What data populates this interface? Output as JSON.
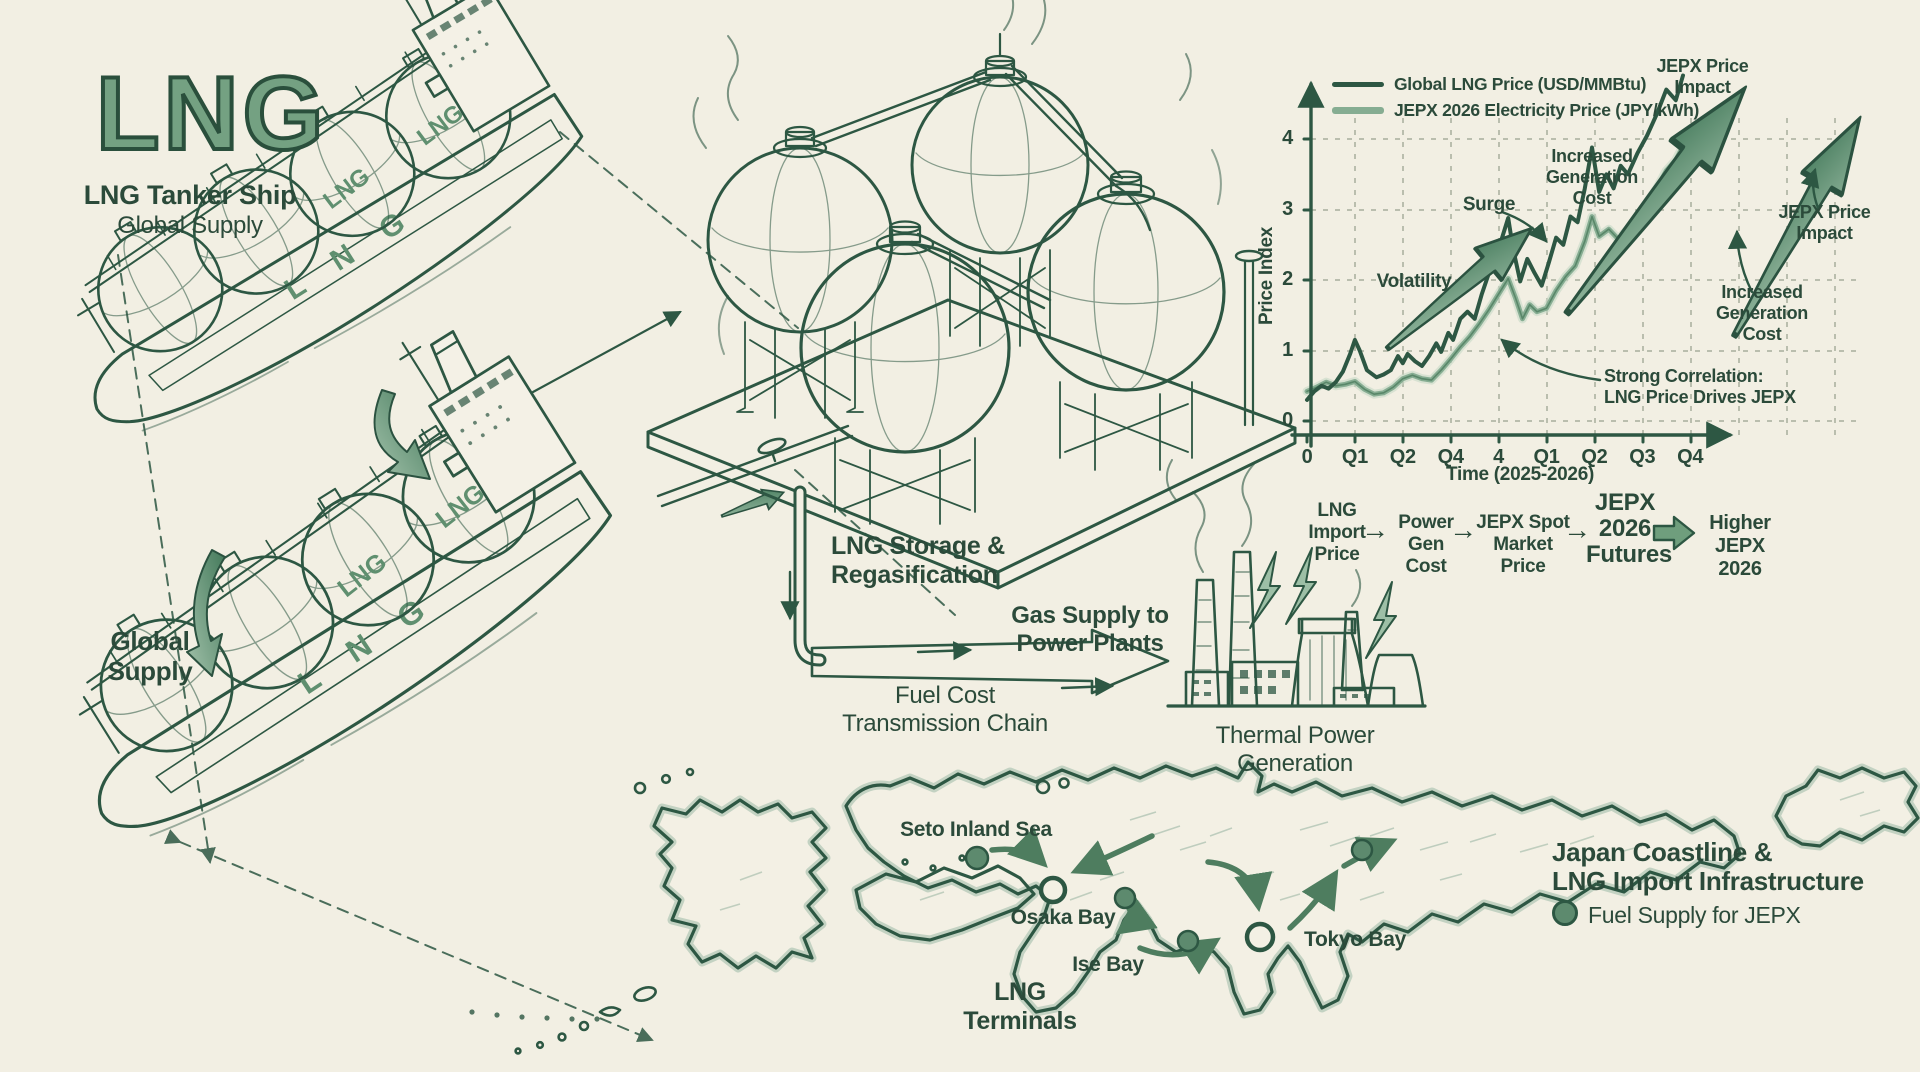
{
  "palette": {
    "background": "#f2efe3",
    "ink": "#2b4a3a",
    "line_dark": "#2d5743",
    "line_light": "#86ad92",
    "arrow_fill": "#6f9e7d",
    "accent_text": "#5f8f6f"
  },
  "header": {
    "logo": "LNG",
    "title": "LNG Tanker Ship",
    "subtitle": "Global Supply"
  },
  "ship": {
    "tank_label": "LNG",
    "hull_label": "L N G",
    "flow_label": "Global\nSupply"
  },
  "storage": {
    "label": "LNG Storage &\nRegasification"
  },
  "transmission": {
    "gas_supply": "Gas Supply to\nPower Plants",
    "fuel_cost": "Fuel Cost\nTransmission Chain",
    "thermal": "Thermal Power\nGeneration"
  },
  "flow": {
    "steps": [
      "LNG\nImport\nPrice",
      "Power\nGen Cost",
      "JEPX Spot\nMarket Price",
      "JEPX\n2026\nFutures"
    ],
    "arrow": "→",
    "result": "Higher\nJEPX 2026"
  },
  "map": {
    "title": "Japan Coastline &\nLNG Import Infrastructure",
    "legend": "Fuel Supply for JEPX",
    "terminals": "LNG Terminals",
    "labels": {
      "seto": "Seto Inland Sea",
      "osaka": "Osaka Bay",
      "ise": "Ise Bay",
      "tokyo": "Tokyo Bay"
    }
  },
  "chart_data": {
    "type": "line",
    "title": "",
    "ylabel": "Price Index",
    "xlabel": "Time (2025-2026)",
    "x_tick_labels": [
      "0",
      "Q1",
      "Q2",
      "Q4",
      "4",
      "Q1",
      "Q2",
      "Q3",
      "Q4"
    ],
    "y_tick_labels": [
      "0",
      "1",
      "2",
      "3",
      "4"
    ],
    "ylim": [
      0,
      4.8
    ],
    "grid": true,
    "legend_position": "top-left",
    "series": [
      {
        "name": "Global LNG Price (USD/MMBtu)",
        "color": "#2d5743",
        "x": [
          0,
          0.15,
          0.3,
          0.45,
          0.6,
          0.75,
          0.9,
          1.0,
          1.1,
          1.25,
          1.45,
          1.6,
          1.75,
          1.9,
          2.0,
          2.1,
          2.25,
          2.4,
          2.55,
          2.7,
          2.8,
          2.95,
          3.05,
          3.2,
          3.35,
          3.5,
          3.65,
          3.8,
          3.95,
          4.05,
          4.2,
          4.3,
          4.45,
          4.6,
          4.75,
          4.9,
          5.05,
          5.2,
          5.35,
          5.5,
          5.65,
          5.8,
          5.95,
          6.1,
          6.25,
          6.4,
          6.55,
          6.7,
          6.9,
          7.1,
          7.3,
          7.5,
          7.7,
          7.85
        ],
        "values": [
          0.3,
          0.42,
          0.5,
          0.46,
          0.55,
          0.7,
          0.95,
          1.15,
          1.0,
          0.72,
          0.62,
          0.66,
          0.72,
          0.92,
          0.82,
          0.95,
          0.85,
          0.78,
          0.92,
          1.1,
          0.98,
          1.25,
          1.15,
          1.45,
          1.55,
          1.45,
          1.8,
          2.1,
          2.3,
          2.55,
          2.88,
          2.45,
          1.98,
          2.3,
          2.1,
          1.92,
          2.25,
          2.6,
          2.5,
          2.9,
          2.82,
          3.3,
          3.88,
          3.25,
          3.5,
          3.3,
          3.62,
          3.5,
          3.8,
          4.05,
          4.35,
          4.7,
          4.55,
          4.9
        ]
      },
      {
        "name": "JEPX 2026 Electricity Price (JPY/kWh)",
        "color": "#86ad92",
        "x": [
          0,
          0.2,
          0.4,
          0.6,
          0.8,
          1.0,
          1.2,
          1.4,
          1.6,
          1.8,
          2.0,
          2.2,
          2.4,
          2.6,
          2.8,
          3.0,
          3.2,
          3.4,
          3.6,
          3.8,
          4.0,
          4.2,
          4.35,
          4.5,
          4.65,
          4.8,
          5.0,
          5.2,
          5.4,
          5.6,
          5.8,
          5.95,
          6.1,
          6.3,
          6.5,
          6.7,
          6.9,
          7.1,
          7.3,
          7.5,
          7.7,
          7.85
        ],
        "values": [
          0.42,
          0.48,
          0.55,
          0.5,
          0.52,
          0.56,
          0.45,
          0.38,
          0.4,
          0.48,
          0.6,
          0.65,
          0.6,
          0.58,
          0.72,
          0.88,
          1.05,
          1.2,
          1.38,
          1.58,
          1.8,
          2.02,
          1.75,
          1.45,
          1.65,
          1.55,
          1.6,
          1.85,
          2.05,
          2.2,
          2.55,
          2.9,
          2.62,
          2.72,
          2.58,
          2.72,
          2.9,
          3.1,
          3.3,
          3.55,
          3.7,
          3.9
        ]
      }
    ],
    "annotations": {
      "volatility": "Volatility",
      "surge": "Surge",
      "inc_gen_1": "Increased\nGeneration\nCost",
      "jepx_impact_1": "JEPX Price\nImpact",
      "jepx_impact_2": "JEPX Price\nImpact",
      "inc_gen_2": "Increased\nGeneration\nCost",
      "strong_corr": "Strong Correlation:\nLNG Price Drives JEPX"
    }
  }
}
